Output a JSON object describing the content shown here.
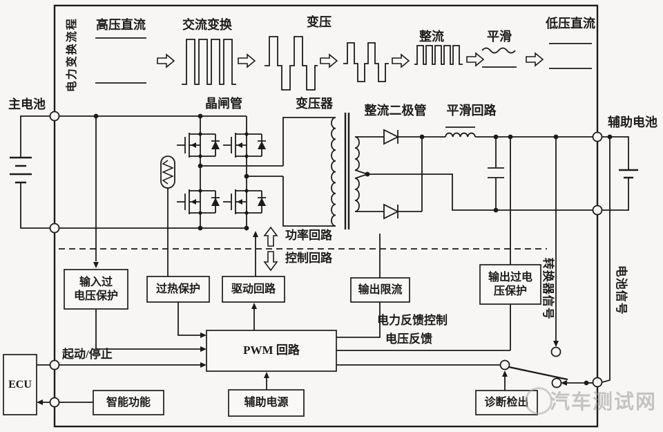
{
  "flow": {
    "title": "电力变换流程",
    "hv_dc": "高压直流",
    "ac_conv": "交流变换",
    "transform": "变压",
    "rectify": "整流",
    "smooth": "平滑",
    "lv_dc": "低压直流"
  },
  "components": {
    "main_battery": "主电池",
    "thyristor": "晶闸管",
    "transformer": "变压器",
    "rect_diode": "整流二极管",
    "smooth_circuit": "平滑回路",
    "aux_battery": "辅助电池"
  },
  "loops": {
    "power": "功率回路",
    "control": "控制回路"
  },
  "blocks": {
    "input_ovp": "输入过\n电压保护",
    "overheat": "过热保护",
    "drive": "驱动回路",
    "out_limit": "输出限流",
    "output_ovp": "输出过电\n压保护",
    "pwm": "PWM 回路",
    "smart": "智能功能",
    "aux_power": "辅助电源",
    "diag": "诊断检出",
    "ecu": "ECU"
  },
  "signals": {
    "start_stop": "起动/停止",
    "power_feedback": "电力反馈控制",
    "voltage_feedback": "电压反馈",
    "converter_signal": "转换器信号",
    "battery_signal": "电池信号"
  },
  "watermark": "汽车测试网"
}
